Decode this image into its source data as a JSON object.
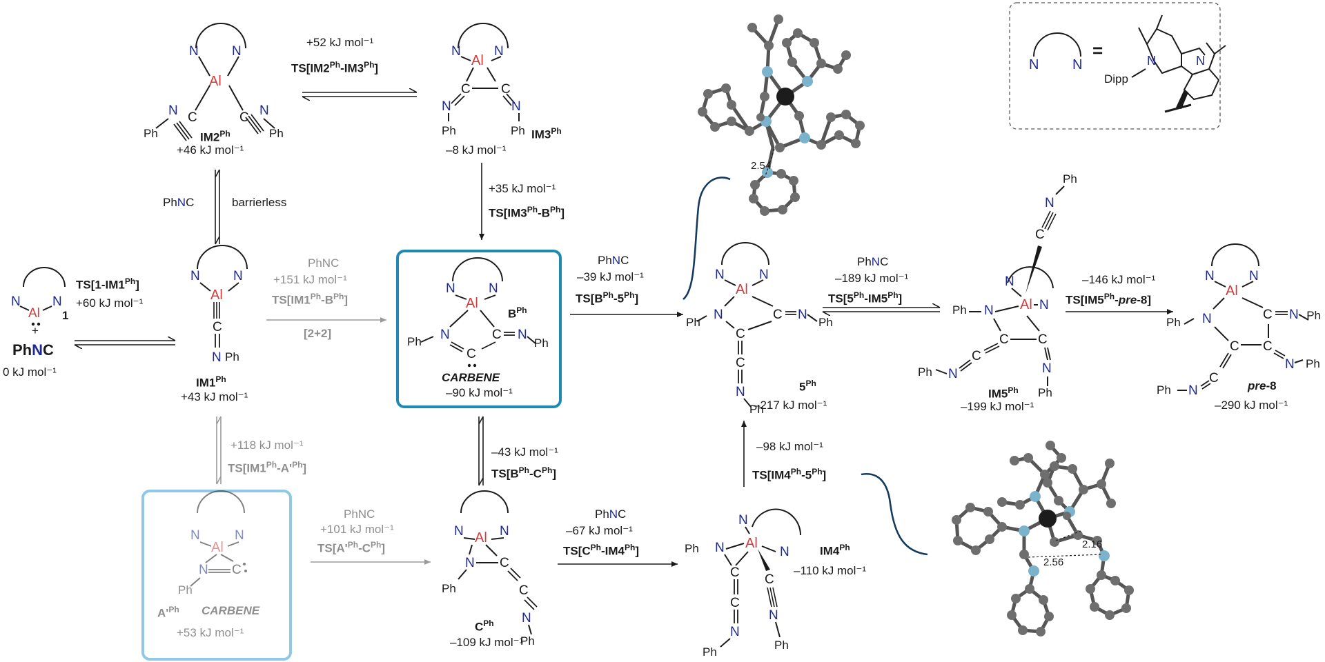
{
  "colors": {
    "aluminum": "#d43a3a",
    "nitrogen": "#1f2a8f",
    "bond": "#1a1a1a",
    "faded": "#9a9a9a",
    "box_blue": "#1f8ab0",
    "box_light_blue": "#8fc9e6",
    "ball": "#6e6e6e",
    "ball_n": "#7bb2cc"
  },
  "atoms": {
    "al": "Al",
    "n": "N",
    "c": "C",
    "ph": "Ph"
  },
  "legend": {
    "equals": "=",
    "dipp": "Dipp"
  },
  "structures": {
    "s1": {
      "label": "1",
      "reagent": "PhNC",
      "reagent_plain": "Ph",
      "reagent_n": "N",
      "reagent_c": "C",
      "plus": "+",
      "energy": "0 kJ mol⁻¹"
    },
    "im1": {
      "label": "IM1",
      "sup": "Ph",
      "energy": "+43 kJ mol⁻¹"
    },
    "im2": {
      "label": "IM2",
      "sup": "Ph",
      "energy": "+46 kJ mol⁻¹"
    },
    "im3": {
      "label": "IM3",
      "sup": "Ph",
      "energy": "–8 kJ mol⁻¹"
    },
    "b": {
      "label": "B",
      "sup": "Ph",
      "tag": "CARBENE",
      "energy": "–90 kJ mol⁻¹"
    },
    "a": {
      "label": "A'",
      "sup": "Ph",
      "tag": "CARBENE",
      "energy": "+53 kJ mol⁻¹"
    },
    "c": {
      "label": "C",
      "sup": "Ph",
      "energy": "–109 kJ mol⁻¹"
    },
    "im4": {
      "label": "IM4",
      "sup": "Ph",
      "energy": "–110 kJ mol⁻¹"
    },
    "p5": {
      "label": "5",
      "sup": "Ph",
      "energy": "–217 kJ mol⁻¹"
    },
    "im5": {
      "label": "IM5",
      "sup": "Ph",
      "energy": "–199 kJ mol⁻¹"
    },
    "pre8": {
      "label_italic": "pre",
      "label_rest": "-8",
      "energy": "–290 kJ mol⁻¹"
    }
  },
  "arrows": {
    "s1_im1": {
      "ts_pre": "TS[1-IM1",
      "ts_sup": "Ph",
      "ts_post": "]",
      "energy": "+60 kJ mol⁻¹"
    },
    "im2_im3": {
      "energy": "+52 kJ mol⁻¹",
      "ts": "TS[IM2",
      "ts_mid": "-IM3",
      "ts_end": "]",
      "sup": "Ph"
    },
    "im2_im1": {
      "reagent": "PhNC",
      "note": "barrierless"
    },
    "im3_b": {
      "energy": "+35 kJ mol⁻¹",
      "ts": "TS[IM3",
      "ts_mid": "-B",
      "ts_end": "]",
      "sup": "Ph"
    },
    "im1_b": {
      "reagent": "PhNC",
      "energy": "+151 kJ mol⁻¹",
      "ts": "TS[IM1",
      "ts_mid": "-B",
      "ts_end": "]",
      "sup": "Ph",
      "note": "[2+2]"
    },
    "im1_a": {
      "energy": "+118 kJ mol⁻¹",
      "ts": "TS[IM1",
      "ts_mid": "-A'",
      "ts_end": "]",
      "sup": "Ph"
    },
    "b_c": {
      "energy": "–43 kJ mol⁻¹",
      "ts": "TS[B",
      "ts_mid": "-C",
      "ts_end": "]",
      "sup": "Ph"
    },
    "a_c": {
      "reagent": "PhNC",
      "energy": "+101 kJ mol⁻¹",
      "ts": "TS[A'",
      "ts_mid": "-C",
      "ts_end": "]",
      "sup": "Ph"
    },
    "b_5": {
      "reagent": "PhNC",
      "energy": "–39 kJ mol⁻¹",
      "ts": "TS[B",
      "ts_mid": "-5",
      "ts_end": "]",
      "sup": "Ph"
    },
    "c_im4": {
      "reagent": "PhNC",
      "energy": "–67 kJ mol⁻¹",
      "ts": "TS[C",
      "ts_mid": "-IM4",
      "ts_end": "]",
      "sup": "Ph"
    },
    "im4_5": {
      "energy": "–98 kJ mol⁻¹",
      "ts": "TS[IM4",
      "ts_mid": "-5",
      "ts_end": "]",
      "sup": "Ph"
    },
    "p5_im5": {
      "reagent": "PhNC",
      "energy": "–189 kJ mol⁻¹",
      "ts": "TS[5",
      "ts_mid": "-IM5",
      "ts_end": "]",
      "sup": "Ph"
    },
    "im5_pre8": {
      "energy": "–146 kJ mol⁻¹",
      "ts": "TS[IM5",
      "ts_mid": "-",
      "ts_italic": "pre",
      "ts_end": "-8]",
      "sup": "Ph"
    }
  },
  "ts_models": {
    "upper": {
      "distance": "2.54"
    },
    "lower": {
      "distance_1": "2.16",
      "distance_2": "2.56"
    }
  }
}
